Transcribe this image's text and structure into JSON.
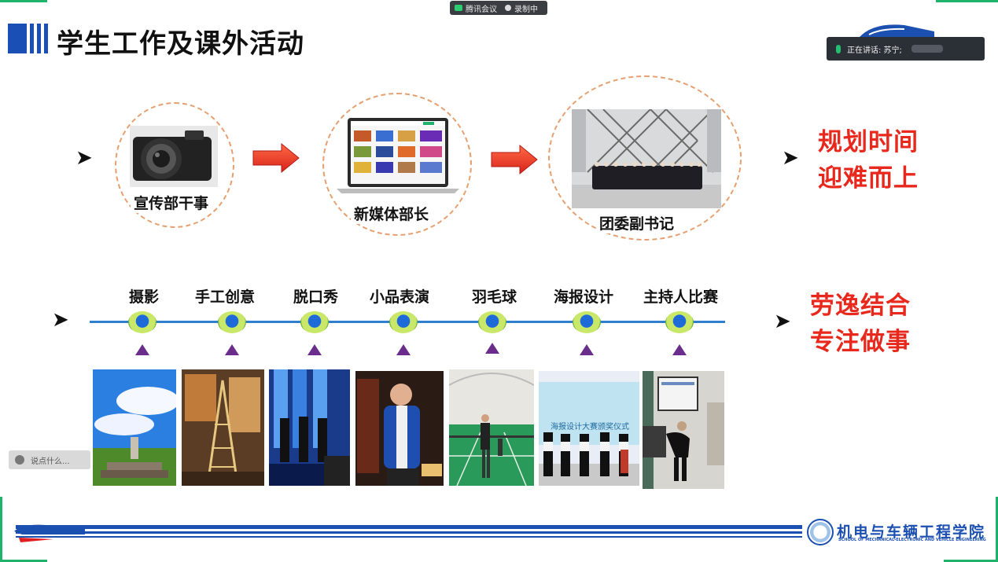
{
  "meeting_bar": {
    "app_name": "腾讯会议",
    "recording": "录制中"
  },
  "slide": {
    "title": "学生工作及课外活动",
    "roles": [
      "宣传部干事",
      "新媒体部长",
      "团委副书记"
    ],
    "slogan1": [
      "规划时间",
      "迎难而上"
    ],
    "activities": [
      "摄影",
      "手工创意",
      "脱口秀",
      "小品表演",
      "羽毛球",
      "海报设计",
      "主持人比赛"
    ],
    "slogan2": [
      "劳逸结合",
      "专注做事"
    ],
    "poster_caption": "海报设计大赛颁奖仪式",
    "footer_school_cn": "机电与车辆工程学院",
    "footer_school_en": "SCHOOL OF MECHANICAL-ELECTRONIC AND VEHICLE ENGINEERING"
  },
  "speaker_tag": {
    "label": "正在讲话: 苏宁;"
  },
  "chat_input": {
    "placeholder": "说点什么..."
  },
  "colors": {
    "accent_blue": "#1a4fb5",
    "slogan_red": "#e8281c",
    "timeline_blue": "#2f7fd0",
    "marker_purple": "#6b2d8c",
    "ring_orange": "#e6a070"
  }
}
